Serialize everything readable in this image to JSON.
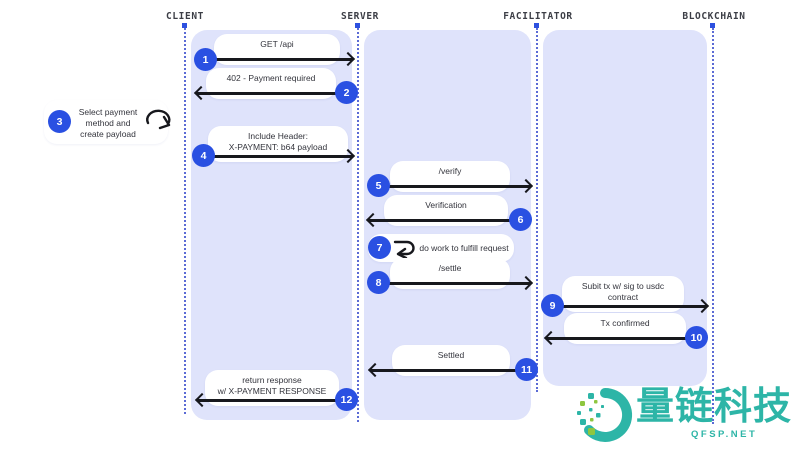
{
  "diagram": {
    "actors": [
      {
        "name": "CLIENT"
      },
      {
        "name": "SERVER"
      },
      {
        "name": "FACILITATOR"
      },
      {
        "name": "BLOCKCHAIN"
      }
    ],
    "messages": [
      {
        "num": "1",
        "label": "GET /api",
        "from": "CLIENT",
        "to": "SERVER",
        "type": "arrow"
      },
      {
        "num": "2",
        "label": "402 - Payment required",
        "from": "SERVER",
        "to": "CLIENT",
        "type": "arrow"
      },
      {
        "num": "3",
        "label": "Select payment\nmethod and\ncreate payload",
        "actor": "CLIENT",
        "type": "self"
      },
      {
        "num": "4",
        "label": "Include Header:\nX-PAYMENT: b64 payload",
        "from": "CLIENT",
        "to": "SERVER",
        "type": "arrow"
      },
      {
        "num": "5",
        "label": "/verify",
        "from": "SERVER",
        "to": "FACILITATOR",
        "type": "arrow"
      },
      {
        "num": "6",
        "label": "Verification",
        "from": "FACILITATOR",
        "to": "SERVER",
        "type": "arrow"
      },
      {
        "num": "7",
        "label": "do work to fulfill request",
        "actor": "SERVER",
        "type": "self"
      },
      {
        "num": "8",
        "label": "/settle",
        "from": "SERVER",
        "to": "FACILITATOR",
        "type": "arrow"
      },
      {
        "num": "9",
        "label": "Subit tx w/ sig to usdc\ncontract",
        "from": "FACILITATOR",
        "to": "BLOCKCHAIN",
        "type": "arrow"
      },
      {
        "num": "10",
        "label": "Tx confirmed",
        "from": "BLOCKCHAIN",
        "to": "FACILITATOR",
        "type": "arrow"
      },
      {
        "num": "11",
        "label": "Settled",
        "from": "FACILITATOR",
        "to": "SERVER",
        "type": "arrow"
      },
      {
        "num": "12",
        "label": "return response\nw/ X-PAYMENT RESPONSE",
        "from": "SERVER",
        "to": "CLIENT",
        "type": "arrow"
      }
    ]
  },
  "watermark": {
    "brand": "量链科技",
    "site": "QFSP.NET"
  },
  "colors": {
    "accent_blue": "#2a50e2",
    "panel_lavender": "#dfe3fb",
    "lifeline_blue": "#5b6bd5",
    "arrow_black": "#17181d",
    "watermark_teal": "#2db5a7",
    "watermark_green": "#8ec63f"
  }
}
